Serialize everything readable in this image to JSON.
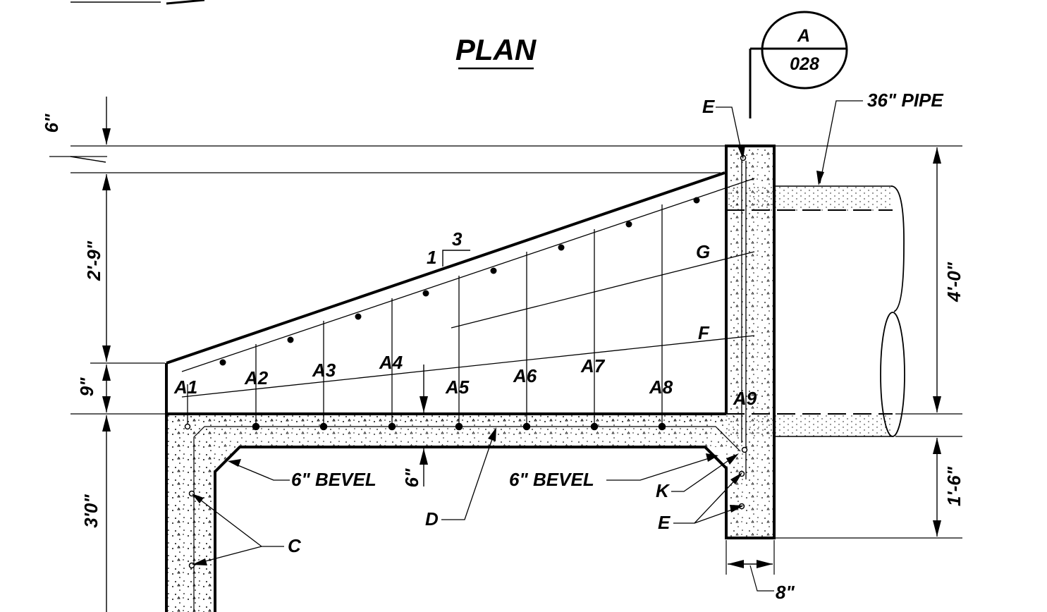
{
  "title": "PLAN",
  "section_marker": {
    "letter": "A",
    "sheet": "028"
  },
  "dimensions": {
    "top_offset": "6\"",
    "wing_height": "2'-9\"",
    "base_offset": "9\"",
    "wall_height": "3'0\"",
    "pipe_height": "4'-0\"",
    "lower_offset": "1'-6\"",
    "wall_thickness": "8\"",
    "slab_thickness": "6\""
  },
  "slope": {
    "rise": "1",
    "run": "3"
  },
  "pipe_label": "36\" PIPE",
  "bevel_labels": {
    "left": "6\" BEVEL",
    "right": "6\" BEVEL"
  },
  "bar_marks": {
    "A": [
      "A1",
      "A2",
      "A3",
      "A4",
      "A5",
      "A6",
      "A7",
      "A8",
      "A9"
    ],
    "C": "C",
    "D": "D",
    "E_top": "E",
    "E_bottom": "E",
    "F": "F",
    "G": "G",
    "K": "K"
  }
}
